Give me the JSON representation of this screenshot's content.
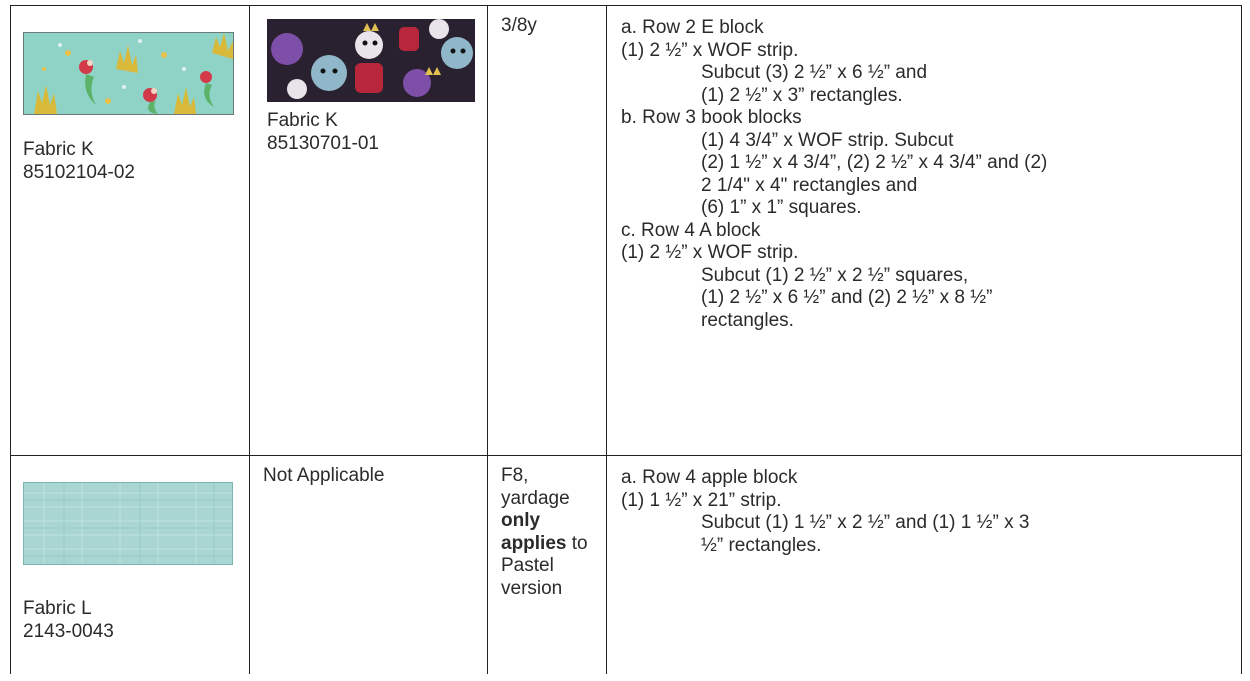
{
  "rows": [
    {
      "fabric_a": {
        "name": "Fabric K",
        "code": "85102104-02"
      },
      "fabric_b": {
        "name": "Fabric K",
        "code": "85130701-01"
      },
      "yardage": "3/8y",
      "cutting": [
        "a. Row 2 E block",
        "(1) 2 ½” x WOF strip.",
        "Subcut (3) 2 ½” x 6 ½” and",
        "(1) 2 ½” x 3” rectangles.",
        "b. Row 3 book blocks",
        "(1) 4 3/4” x WOF strip. Subcut",
        "(2) 1 ½” x 4 3/4”, (2) 2 ½” x 4 3/4” and (2)",
        "2 1/4\" x 4\" rectangles and",
        "(6) 1” x 1” squares.",
        "c. Row 4 A block",
        "(1) 2 ½” x WOF strip.",
        "Subcut (1) 2 ½” x 2 ½” squares,",
        "(1) 2 ½” x 6 ½” and (2) 2 ½” x 8 ½”",
        "rectangles."
      ]
    },
    {
      "fabric_a": {
        "name": "Fabric L",
        "code": "2143-0043"
      },
      "fabric_b": {
        "text": "Not Applicable"
      },
      "yardage": {
        "l1": "F8,",
        "l2": "yardage",
        "l3": "only",
        "l4a": "applies",
        "l4b": " to",
        "l5": "Pastel",
        "l6": "version"
      },
      "cutting": [
        "a. Row 4 apple block",
        "(1) 1 ½” x 21” strip.",
        "Subcut (1) 1 ½” x 2 ½” and (1) 1 ½” x 3",
        "½” rectangles."
      ]
    }
  ],
  "colors": {
    "border": "#222222",
    "mermaid_bg": "#8fd3c7",
    "villain_bg": "#2a2130",
    "solid_teal": "#a9d6d2"
  }
}
